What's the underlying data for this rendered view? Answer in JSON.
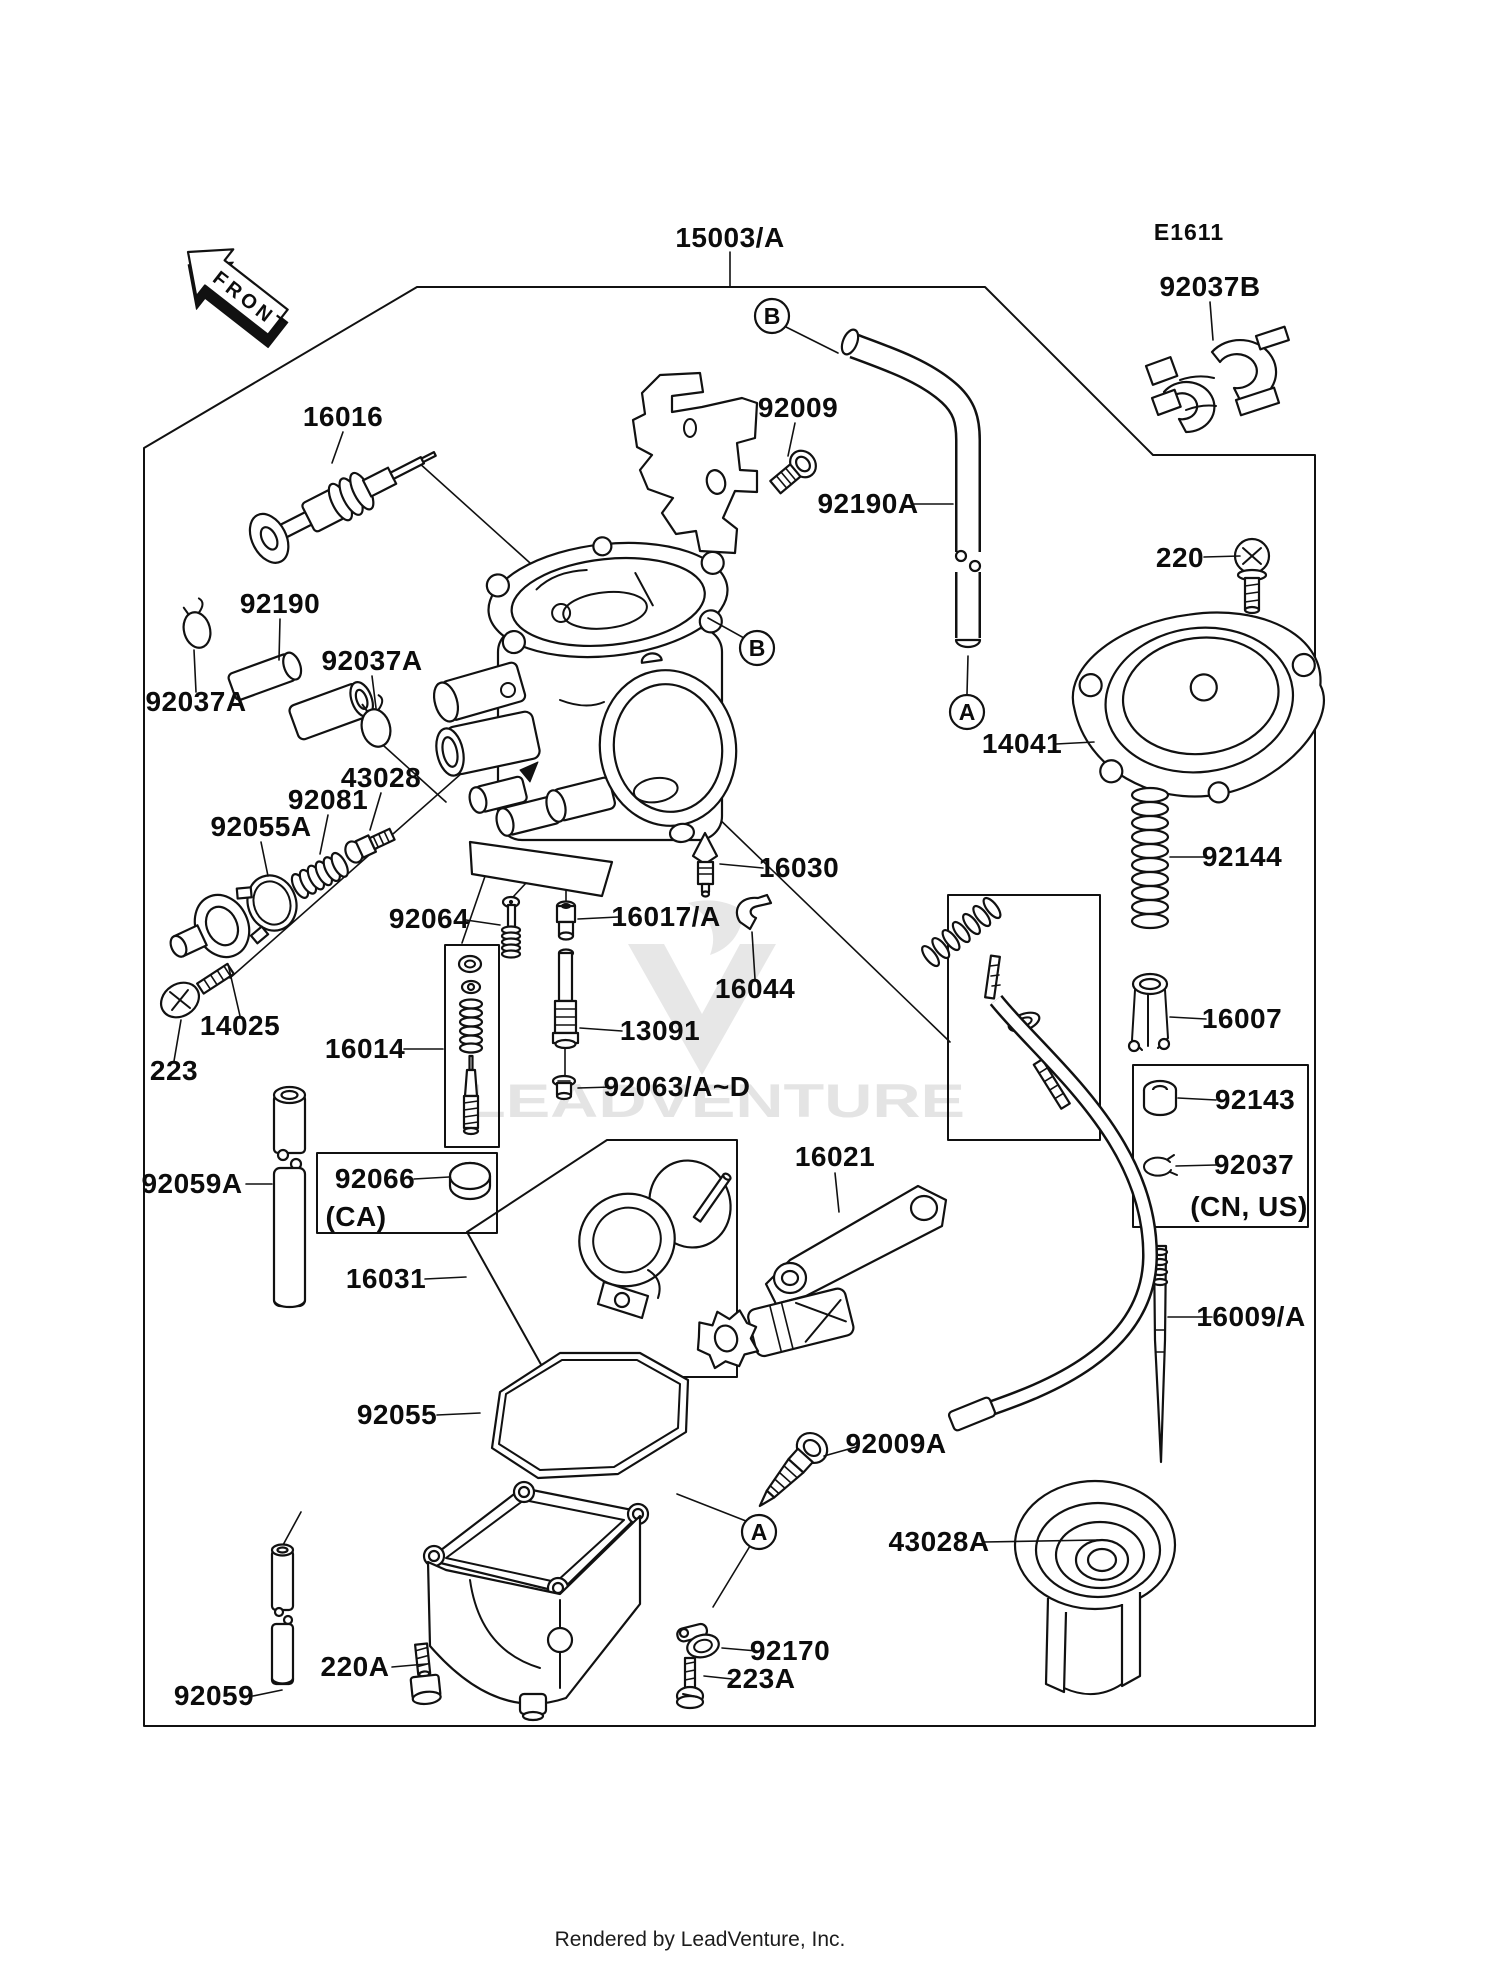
{
  "diagram": {
    "code": "E1611",
    "front_arrow": "FRONT",
    "watermark_text": "LEADVENTURE",
    "footer_text": "Rendered by LeadVenture, Inc.",
    "colors": {
      "ink": "#111111",
      "watermark": "#e4e4e4",
      "background": "#ffffff"
    }
  },
  "markers": [
    {
      "id": "b-top",
      "label": "B"
    },
    {
      "id": "b-mid",
      "label": "B"
    },
    {
      "id": "a-right",
      "label": "A"
    },
    {
      "id": "a-bottom",
      "label": "A"
    }
  ],
  "parts": [
    {
      "id": "15003-a",
      "label": "15003/A"
    },
    {
      "id": "92037b",
      "label": "92037B"
    },
    {
      "id": "16016",
      "label": "16016"
    },
    {
      "id": "92009",
      "label": "92009"
    },
    {
      "id": "92190a",
      "label": "92190A"
    },
    {
      "id": "220",
      "label": "220"
    },
    {
      "id": "92190",
      "label": "92190"
    },
    {
      "id": "92037a-left",
      "label": "92037A"
    },
    {
      "id": "92037a-right",
      "label": "92037A"
    },
    {
      "id": "14041",
      "label": "14041"
    },
    {
      "id": "43028",
      "label": "43028"
    },
    {
      "id": "92081",
      "label": "92081"
    },
    {
      "id": "92055a",
      "label": "92055A"
    },
    {
      "id": "92144",
      "label": "92144"
    },
    {
      "id": "16030",
      "label": "16030"
    },
    {
      "id": "92064",
      "label": "92064"
    },
    {
      "id": "16017-a",
      "label": "16017/A"
    },
    {
      "id": "16044",
      "label": "16044"
    },
    {
      "id": "16007",
      "label": "16007"
    },
    {
      "id": "13091",
      "label": "13091"
    },
    {
      "id": "14025",
      "label": "14025"
    },
    {
      "id": "223",
      "label": "223"
    },
    {
      "id": "16014",
      "label": "16014"
    },
    {
      "id": "92063-a-d",
      "label": "92063/A~D"
    },
    {
      "id": "92143",
      "label": "92143"
    },
    {
      "id": "92037",
      "label": "92037"
    },
    {
      "id": "92037-region",
      "label": "(CN, US)"
    },
    {
      "id": "92059a",
      "label": "92059A"
    },
    {
      "id": "92066",
      "label": "92066"
    },
    {
      "id": "92066-region",
      "label": "(CA)"
    },
    {
      "id": "16021",
      "label": "16021"
    },
    {
      "id": "16031",
      "label": "16031"
    },
    {
      "id": "16009-a",
      "label": "16009/A"
    },
    {
      "id": "92055",
      "label": "92055"
    },
    {
      "id": "92009a",
      "label": "92009A"
    },
    {
      "id": "43028a",
      "label": "43028A"
    },
    {
      "id": "92059",
      "label": "92059"
    },
    {
      "id": "220a",
      "label": "220A"
    },
    {
      "id": "92170",
      "label": "92170"
    },
    {
      "id": "223a",
      "label": "223A"
    }
  ]
}
